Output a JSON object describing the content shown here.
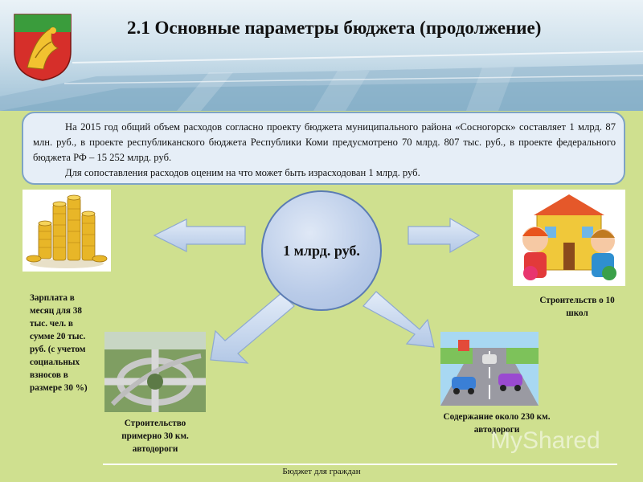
{
  "header": {
    "title": "2.1 Основные параметры бюджета (продолжение)"
  },
  "intro": {
    "paragraph_1": "На 2015 год общий объем расходов согласно проекту бюджета муниципального района «Сосногорск» составляет 1 млрд. 87 млн. руб., в проекте республиканского бюджета Республики Коми предусмотрено 70 млрд. 807 тыс. руб., в проекте федерального бюджета РФ – 15 252 млрд. руб.",
    "paragraph_2": "Для сопоставления расходов оценим на что может быть израсходован 1 млрд. руб."
  },
  "center": {
    "label": "1 млрд. руб."
  },
  "items": {
    "salary": "Зарплата в месяц для 38 тыс. чел. в сумме 20 тыс. руб. (с учетом социальных взносов в размере 30 %)",
    "schools": "Строительств о 10 школ",
    "roads_build": "Строительство примерно 30 км. автодороги",
    "roads_maint": "Содержание около 230 км. автодороги"
  },
  "images": {
    "coat_of_arms": "coat-of-arms-icon",
    "coins": "coins-icon",
    "kids_school": "school-kids-icon",
    "highway": "highway-interchange-icon",
    "street_cars": "street-cars-icon"
  },
  "colors": {
    "background": "#cfe08f",
    "header": "#cfe1ec",
    "intro_box": "#e6eef7",
    "circle": "#b9cbe8",
    "arrows": "#c4d6ee"
  },
  "footer": {
    "text": "Бюджет для граждан"
  },
  "watermark": {
    "text": "MyShared"
  }
}
